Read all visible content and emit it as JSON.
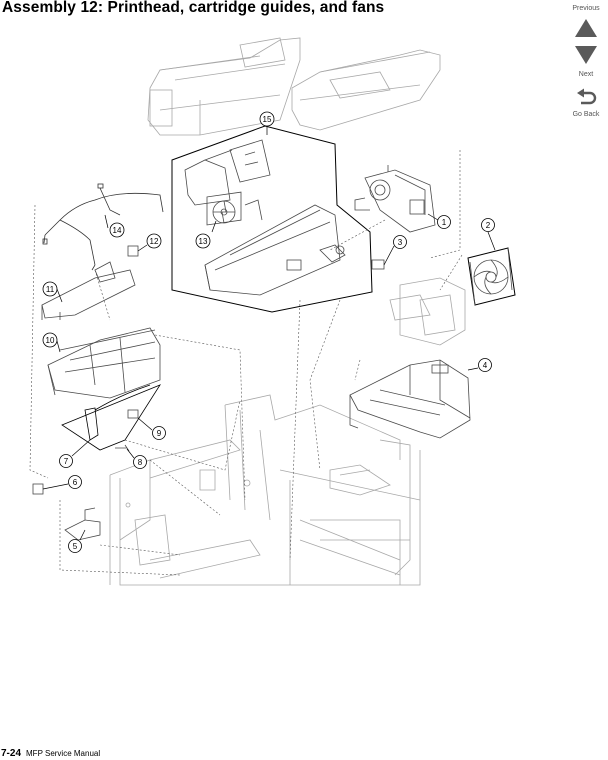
{
  "page": {
    "title": "Assembly 12:  Printhead, cartridge guides, and fans",
    "page_number": "7-24",
    "manual_name": "MFP Service Manual"
  },
  "nav": {
    "previous_label": "Previous",
    "next_label": "Next",
    "go_back_label": "Go Back",
    "accent_color": "#5a5a5a"
  },
  "callouts": [
    {
      "id": "c1",
      "label": "1"
    },
    {
      "id": "c2",
      "label": "2"
    },
    {
      "id": "c3",
      "label": "3"
    },
    {
      "id": "c4",
      "label": "4"
    },
    {
      "id": "c5",
      "label": "5"
    },
    {
      "id": "c6",
      "label": "6"
    },
    {
      "id": "c7",
      "label": "7"
    },
    {
      "id": "c8",
      "label": "8"
    },
    {
      "id": "c9",
      "label": "9"
    },
    {
      "id": "c10",
      "label": "10"
    },
    {
      "id": "c11",
      "label": "11"
    },
    {
      "id": "c12",
      "label": "12"
    },
    {
      "id": "c13",
      "label": "13"
    },
    {
      "id": "c14",
      "label": "14"
    },
    {
      "id": "c15",
      "label": "15"
    }
  ]
}
